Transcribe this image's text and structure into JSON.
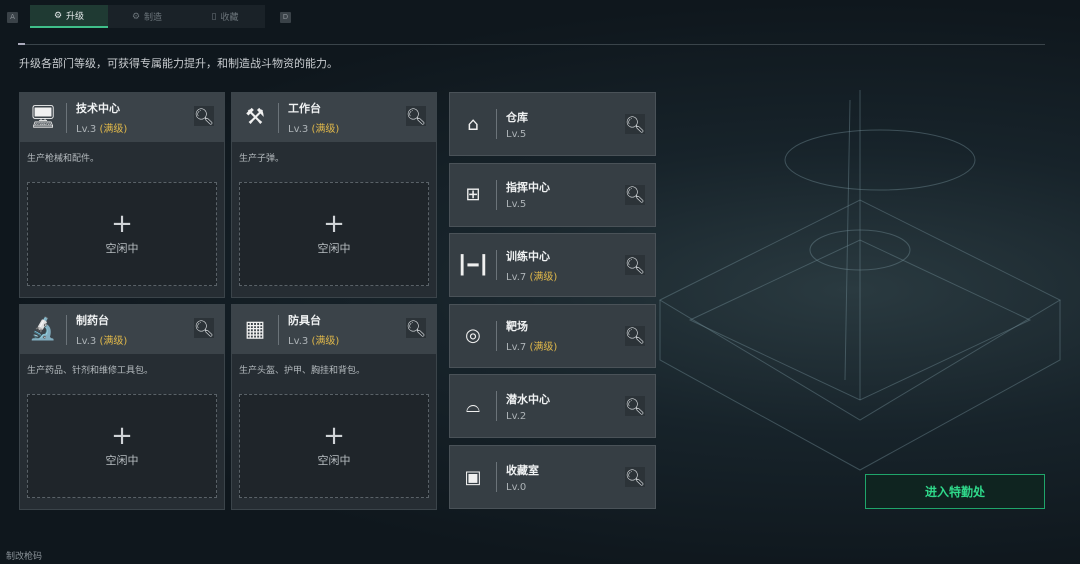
{
  "keys": {
    "left": "A",
    "right": "D"
  },
  "tabs": [
    {
      "label": "升级",
      "active": true
    },
    {
      "label": "制造"
    },
    {
      "label": "收藏"
    }
  ],
  "description": "升级各部门等级，可获得专属能力提升，和制造战斗物资的能力。",
  "workshops": [
    {
      "name": "技术中心",
      "level": "Lv.3",
      "max": "(满级)",
      "desc": "生产枪械和配件。",
      "slot_status": "空闲中",
      "icon": "monitor-icon"
    },
    {
      "name": "工作台",
      "level": "Lv.3",
      "max": "(满级)",
      "desc": "生产子弹。",
      "slot_status": "空闲中",
      "icon": "hammer-wrench-icon"
    },
    {
      "name": "制药台",
      "level": "Lv.3",
      "max": "(满级)",
      "desc": "生产药品、针剂和维修工具包。",
      "slot_status": "空闲中",
      "icon": "microscope-icon"
    },
    {
      "name": "防具台",
      "level": "Lv.3",
      "max": "(满级)",
      "desc": "生产头盔、护甲、胸挂和背包。",
      "slot_status": "空闲中",
      "icon": "cubes-icon"
    }
  ],
  "facilities": [
    {
      "name": "仓库",
      "level": "Lv.5",
      "max": "",
      "icon": "warehouse-icon"
    },
    {
      "name": "指挥中心",
      "level": "Lv.5",
      "max": "",
      "icon": "chip-icon"
    },
    {
      "name": "训练中心",
      "level": "Lv.7",
      "max": "(满级)",
      "icon": "dumbbell-icon"
    },
    {
      "name": "靶场",
      "level": "Lv.7",
      "max": "(满级)",
      "icon": "target-icon"
    },
    {
      "name": "潜水中心",
      "level": "Lv.2",
      "max": "",
      "icon": "diving-mask-icon"
    },
    {
      "name": "收藏室",
      "level": "Lv.0",
      "max": "",
      "icon": "trophy-case-icon"
    }
  ],
  "enter_button": "进入特勤处",
  "footer_link": "制改枪码"
}
